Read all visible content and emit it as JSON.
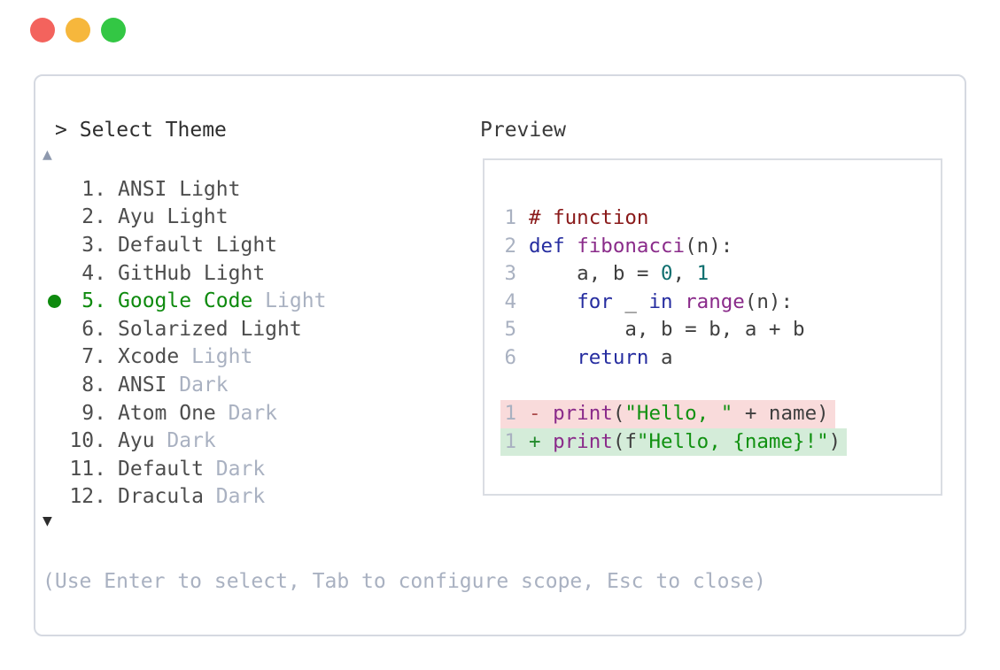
{
  "window": {
    "traffic_lights": [
      {
        "name": "close-button",
        "color": "#f3635d"
      },
      {
        "name": "minimize-button",
        "color": "#f6b73c"
      },
      {
        "name": "zoom-button",
        "color": "#33c744"
      }
    ]
  },
  "picker": {
    "prompt": ">",
    "title": "Select Theme",
    "scroll_up_glyph": "▲",
    "scroll_down_glyph": "▼",
    "selected_color": "#0e8a0e",
    "items": [
      {
        "num": "1.",
        "name": "ANSI Light",
        "suffix": "",
        "selected": false
      },
      {
        "num": "2.",
        "name": "Ayu Light",
        "suffix": "",
        "selected": false
      },
      {
        "num": "3.",
        "name": "Default Light",
        "suffix": "",
        "selected": false
      },
      {
        "num": "4.",
        "name": "GitHub Light",
        "suffix": "",
        "selected": false
      },
      {
        "num": "5.",
        "name": "Google Code",
        "suffix": "Light",
        "selected": true
      },
      {
        "num": "6.",
        "name": "Solarized Light",
        "suffix": "",
        "selected": false
      },
      {
        "num": "7.",
        "name": "Xcode",
        "suffix": "Light",
        "selected": false
      },
      {
        "num": "8.",
        "name": "ANSI",
        "suffix": "Dark",
        "selected": false
      },
      {
        "num": "9.",
        "name": "Atom One",
        "suffix": "Dark",
        "selected": false
      },
      {
        "num": "10.",
        "name": "Ayu",
        "suffix": "Dark",
        "selected": false
      },
      {
        "num": "11.",
        "name": "Default",
        "suffix": "Dark",
        "selected": false
      },
      {
        "num": "12.",
        "name": "Dracula",
        "suffix": "Dark",
        "selected": false
      }
    ]
  },
  "preview": {
    "title": "Preview",
    "colors": {
      "plain": "#3f3f3f",
      "comment": "#8a1a1a",
      "keyword": "#262da0",
      "function": "#8a2b8a",
      "string": "#119111",
      "literal": "#0d6e6e",
      "line_number": "#a9b1c1",
      "del_sign": "#ab4a4a",
      "add_sign": "#218a2b",
      "del_bg": "#f9dbdb",
      "add_bg": "#d4ecd9"
    },
    "code_lines": [
      {
        "no": "1",
        "tokens": [
          [
            "# function",
            "com"
          ]
        ]
      },
      {
        "no": "2",
        "tokens": [
          [
            "def",
            "kwd"
          ],
          [
            " ",
            "pln"
          ],
          [
            "fibonacci",
            "fn"
          ],
          [
            "(n):",
            "pln"
          ]
        ]
      },
      {
        "no": "3",
        "tokens": [
          [
            "    a, b = ",
            "pln"
          ],
          [
            "0",
            "lit"
          ],
          [
            ", ",
            "pln"
          ],
          [
            "1",
            "lit"
          ]
        ]
      },
      {
        "no": "4",
        "tokens": [
          [
            "    ",
            "pln"
          ],
          [
            "for",
            "kwd"
          ],
          [
            " _ ",
            "pln"
          ],
          [
            "in",
            "kwd"
          ],
          [
            " ",
            "pln"
          ],
          [
            "range",
            "fn"
          ],
          [
            "(n):",
            "pln"
          ]
        ]
      },
      {
        "no": "5",
        "tokens": [
          [
            "        a, b = b, a + b",
            "pln"
          ]
        ]
      },
      {
        "no": "6",
        "tokens": [
          [
            "    ",
            "pln"
          ],
          [
            "return",
            "kwd"
          ],
          [
            " a",
            "pln"
          ]
        ]
      }
    ],
    "diff_lines": [
      {
        "no": "1",
        "sign": "-",
        "type": "removed",
        "tokens": [
          [
            "print",
            "fn"
          ],
          [
            "(",
            "pln"
          ],
          [
            "\"Hello, \"",
            "str"
          ],
          [
            " + name)",
            "pln"
          ]
        ]
      },
      {
        "no": "1",
        "sign": "+",
        "type": "added",
        "tokens": [
          [
            "print",
            "fn"
          ],
          [
            "(f",
            "pln"
          ],
          [
            "\"Hello, {name}!\"",
            "str"
          ],
          [
            ")",
            "pln"
          ]
        ]
      }
    ]
  },
  "footer": {
    "hint": "(Use Enter to select, Tab to configure scope, Esc to close)"
  }
}
